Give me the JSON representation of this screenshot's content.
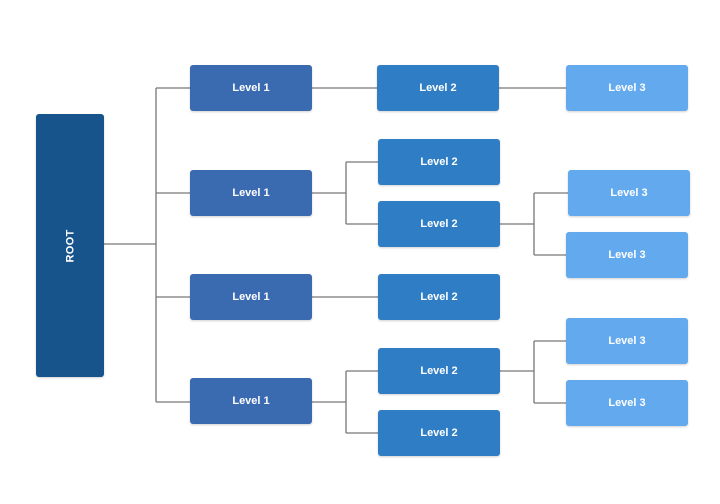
{
  "colors": {
    "root": "#17548b",
    "level1": "#3a6ab0",
    "level2": "#2f7ec5",
    "level3": "#63a9ee",
    "connector": "#777777"
  },
  "tree": {
    "label": "ROOT",
    "children": [
      {
        "label": "Level 1",
        "children": [
          {
            "label": "Level 2",
            "children": [
              {
                "label": "Level 3"
              }
            ]
          }
        ]
      },
      {
        "label": "Level 1",
        "children": [
          {
            "label": "Level 2"
          },
          {
            "label": "Level 2",
            "children": [
              {
                "label": "Level 3"
              },
              {
                "label": "Level 3"
              }
            ]
          }
        ]
      },
      {
        "label": "Level 1",
        "children": [
          {
            "label": "Level 2"
          }
        ]
      },
      {
        "label": "Level 1",
        "children": [
          {
            "label": "Level 2",
            "children": [
              {
                "label": "Level 3"
              },
              {
                "label": "Level 3"
              }
            ]
          },
          {
            "label": "Level 2"
          }
        ]
      }
    ]
  }
}
